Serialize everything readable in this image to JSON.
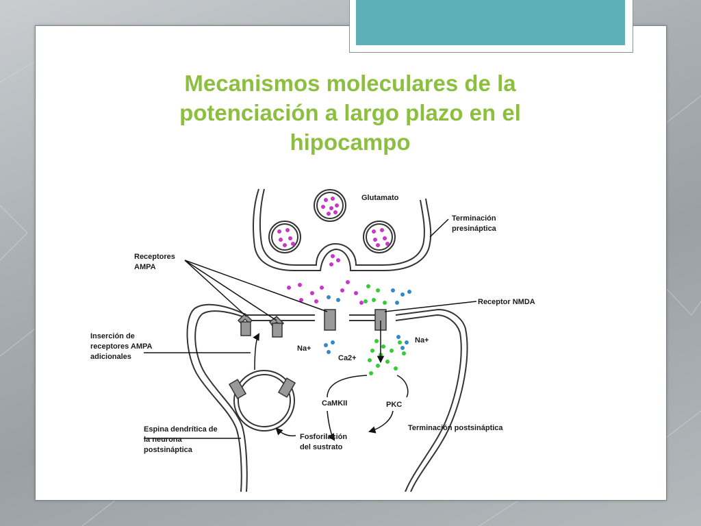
{
  "title_lines": [
    "Mecanismos moleculares de la",
    "potenciación a largo plazo en el",
    "hipocampo"
  ],
  "labels": {
    "glutamato": "Glutamato",
    "terminacion_presinaptica_1": "Terminación",
    "terminacion_presinaptica_2": "presináptica",
    "receptores_ampa_1": "Receptores",
    "receptores_ampa_2": "AMPA",
    "receptor_nmda": "Receptor NMDA",
    "insercion_1": "Inserción de",
    "insercion_2": "receptores AMPA",
    "insercion_3": "adicionales",
    "na_left": "Na+",
    "na_right": "Na+",
    "ca2": "Ca2+",
    "camkii": "CaMKII",
    "pkc": "PKC",
    "terminacion_postsinaptica": "Terminación postsináptica",
    "espina_1": "Espina dendrítica de",
    "espina_2": "la neurona",
    "espina_3": "postsináptica",
    "fosforilacion_1": "Fosforilación",
    "fosforilacion_2": "del sustrato"
  },
  "colors": {
    "title": "#8cbf3f",
    "accent_tab": "#5eb0b8",
    "glutamate": "#cc33cc",
    "sodium": "#3388cc",
    "calcium": "#33cc33"
  }
}
